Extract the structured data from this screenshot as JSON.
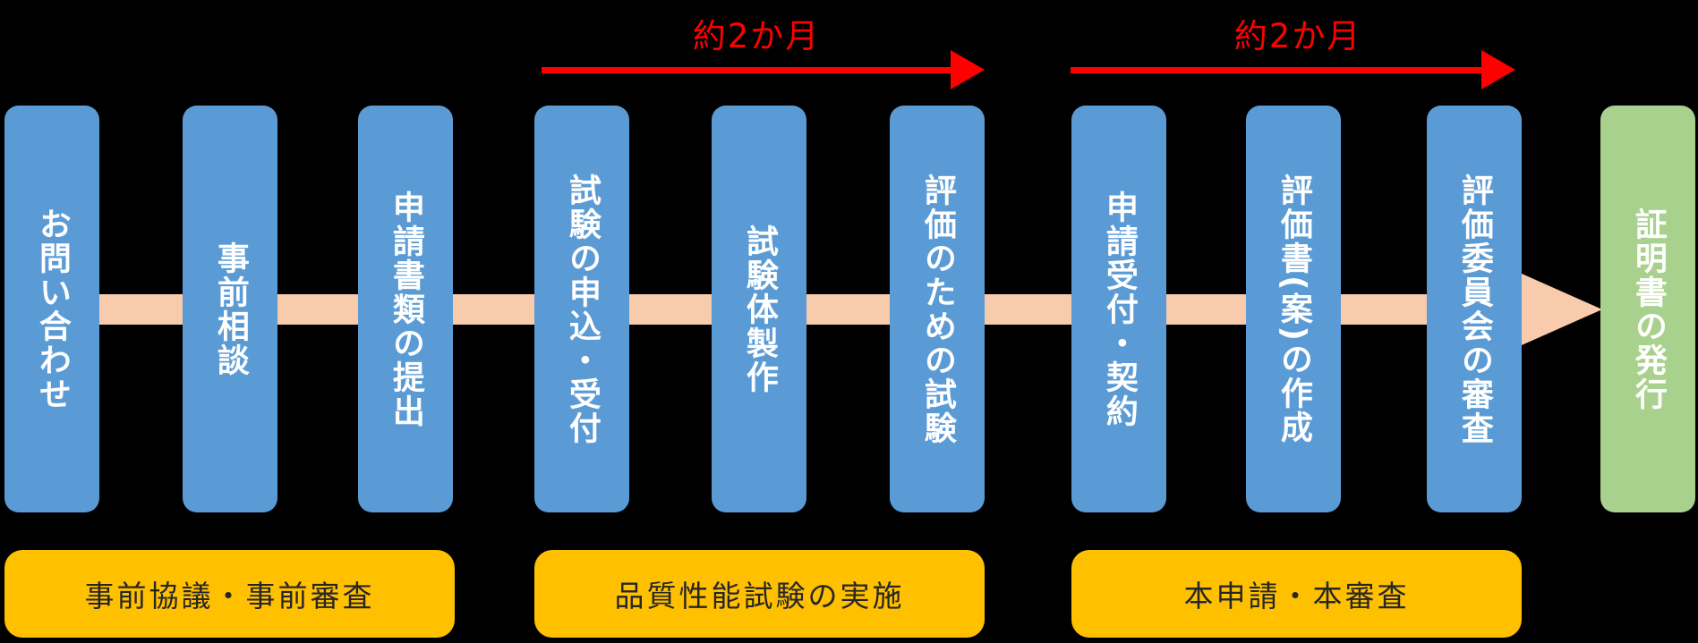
{
  "title": "certification-process-flow-diagram",
  "colors": {
    "background": "#000000",
    "process_box": "#5B9BD5",
    "result_box": "#A9D18E",
    "phase_band": "#FFC000",
    "timeline_arrow": "#F8CBAD",
    "duration_red": "#FF0000",
    "step_text": "#FFFFFF",
    "phase_text": "#262626"
  },
  "steps": [
    {
      "label": "お問い合わせ",
      "type": "process"
    },
    {
      "label": "事前相談",
      "type": "process"
    },
    {
      "label": "申請書類の提出",
      "type": "process"
    },
    {
      "label": "試験の申込・受付",
      "type": "process"
    },
    {
      "label": "試験体製作",
      "type": "process"
    },
    {
      "label": "評価のための試験",
      "type": "process"
    },
    {
      "label": "申請受付・契約",
      "type": "process"
    },
    {
      "label": "評価書(案)の作成",
      "type": "process"
    },
    {
      "label": "評価委員会の審査",
      "type": "process"
    },
    {
      "label": "証明書の発行",
      "type": "result"
    }
  ],
  "durations": [
    {
      "label": "約2か月"
    },
    {
      "label": "約2か月"
    }
  ],
  "phases": [
    {
      "label": "事前協議・事前審査"
    },
    {
      "label": "品質性能試験の実施"
    },
    {
      "label": "本申請・本審査"
    }
  ]
}
